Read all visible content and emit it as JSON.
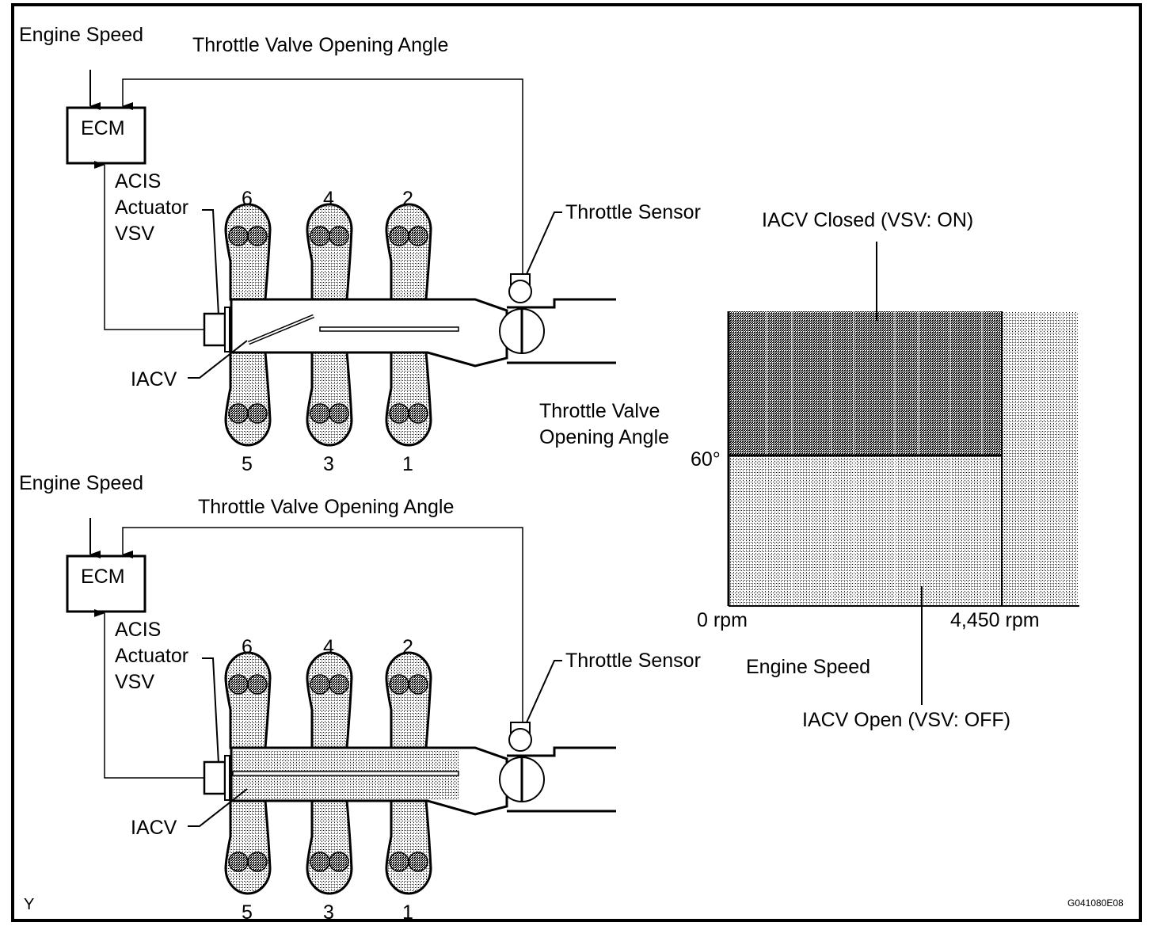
{
  "figure_code": "G041080E08",
  "corner_mark": "Y",
  "colors": {
    "line": "#000000",
    "background": "#ffffff",
    "fill_light": "#b8b8b8",
    "fill_dark": "#6a6a6a"
  },
  "panels": [
    {
      "id": "iacv-closed",
      "engine_speed_label": "Engine Speed",
      "throttle_angle_label": "Throttle Valve Opening Angle",
      "ecm_label": "ECM",
      "actuator_label": [
        "ACIS",
        "Actuator",
        "VSV"
      ],
      "iacv_label": "IACV",
      "throttle_sensor_label": "Throttle Sensor",
      "cylinders_top": [
        "6",
        "4",
        "2"
      ],
      "cylinders_bottom": [
        "5",
        "3",
        "1"
      ],
      "iacv_state": "closed"
    },
    {
      "id": "iacv-open",
      "engine_speed_label": "Engine Speed",
      "throttle_angle_label": "Throttle Valve Opening Angle",
      "ecm_label": "ECM",
      "actuator_label": [
        "ACIS",
        "Actuator",
        "VSV"
      ],
      "iacv_label": "IACV",
      "throttle_sensor_label": "Throttle Sensor",
      "cylinders_top": [
        "6",
        "4",
        "2"
      ],
      "cylinders_bottom": [
        "5",
        "3",
        "1"
      ],
      "iacv_state": "open"
    }
  ],
  "region_chart": {
    "ylabel": [
      "Throttle Valve",
      "Opening Angle"
    ],
    "xlabel": "Engine Speed",
    "y_tick": "60°",
    "x_ticks": [
      "0 rpm",
      "4,450 rpm"
    ],
    "closed_label": "IACV Closed (VSV: ON)",
    "open_label": "IACV Open (VSV: OFF)"
  }
}
